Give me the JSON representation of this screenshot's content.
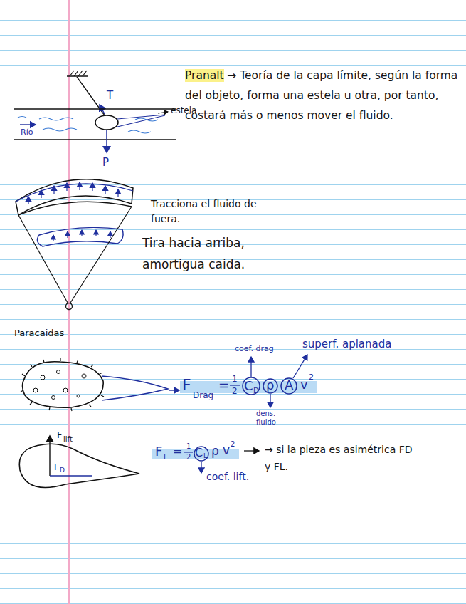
{
  "diagram": {
    "labels": [
      "Pranalt",
      "→ Teoría de la capa límite, según la forma del objeto, forma una estela u otra, por tanto, costará más o menos mover el fluido.",
      "T",
      "P",
      "estela",
      "Río",
      "Tracciona el fluido de fuera.",
      "Tira hacia arriba, amortigua caida.",
      "Paracaidas",
      "coef. drag",
      "superf. aplanada",
      "F",
      "Drag",
      "=",
      "1",
      "2",
      "C",
      "D",
      "ρ",
      "A",
      "v",
      "2",
      "dens. fluido",
      "F",
      "lift",
      "F",
      "D",
      "F",
      "L",
      "=",
      "1",
      "2",
      "C",
      "L",
      "ρ",
      "v",
      "2",
      "coef. lift.",
      "→ si la pieza es asimétrica FD y FL."
    ]
  }
}
